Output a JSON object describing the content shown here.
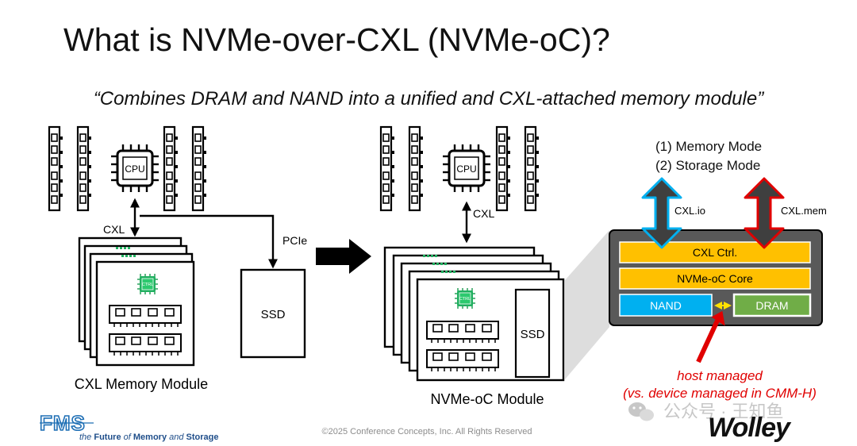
{
  "title": "What is NVMe-over-CXL (NVMe-oC)?",
  "subtitle": "“Combines DRAM and NAND into a unified and CXL-attached memory module”",
  "left": {
    "cpu_label": "CPU",
    "cxl_label": "CXL",
    "pcie_label": "PCIe",
    "ctrl_label": "CTRL",
    "ssd_label": "SSD",
    "module_caption": "CXL Memory Module"
  },
  "right": {
    "cpu_label": "CPU",
    "cxl_label": "CXL",
    "ctrl_label": "CTRL",
    "ssd_label": "SSD",
    "module_caption": "NVMe-oC Module"
  },
  "modes": {
    "mode1": "(1)  Memory Mode",
    "mode2": "(2)  Storage Mode"
  },
  "arch": {
    "cxl_io": "CXL.io",
    "cxl_mem": "CXL.mem",
    "cxl_ctrl": "CXL Ctrl.",
    "core": "NVMe-oC Core",
    "nand": "NAND",
    "dram": "DRAM",
    "host_managed": "host managed",
    "vs_device": "(vs. device managed in CMM-H)"
  },
  "footer": {
    "fms": "FMS",
    "fms_tag_1": "the ",
    "fms_tag_2": "Future",
    "fms_tag_3": " of ",
    "fms_tag_4": "Memory",
    "fms_tag_5": " and ",
    "fms_tag_6": "Storage",
    "copyright": "©2025 Conference Concepts, Inc. All Rights Reserved",
    "wechat": "公众号 · 王知鱼",
    "wolley": "Wolley"
  },
  "colors": {
    "box_gray": "#595959",
    "bar_yellow": "#FFC000",
    "nand_blue": "#00B0F0",
    "dram_green": "#70AD47",
    "red": "#E00000",
    "blue_arrow": "#00B0F0",
    "chip_green": "#20B060"
  }
}
